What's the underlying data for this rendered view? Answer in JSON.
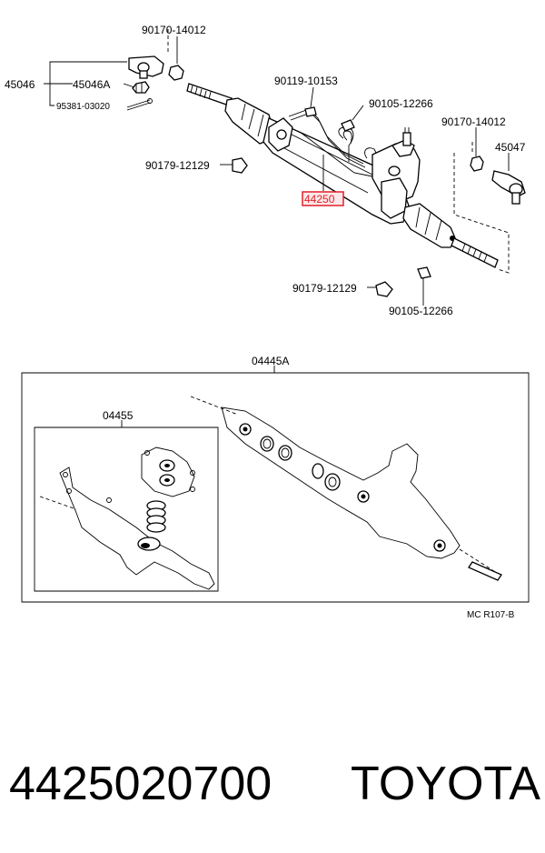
{
  "parts": {
    "p_90170_14012_top": "90170-14012",
    "p_45046": "45046",
    "p_45046A": "45046A",
    "p_95381_03020": "95381-03020",
    "p_90119_10153": "90119-10153",
    "p_90105_12266_top": "90105-12266",
    "p_90170_14012_right": "90170-14012",
    "p_45047": "45047",
    "p_90179_12129_left": "90179-12129",
    "p_44250": "44250",
    "p_90179_12129_bottom": "90179-12129",
    "p_90105_12266_bottom": "90105-12266",
    "p_04445A": "04445A",
    "p_04455": "04455"
  },
  "diagram_code": "MC R107-B",
  "footer": {
    "part_number": "4425020700",
    "brand": "TOYOTA"
  },
  "colors": {
    "highlight_box": "#e0202a",
    "highlight_fill": "#fde7e8"
  }
}
